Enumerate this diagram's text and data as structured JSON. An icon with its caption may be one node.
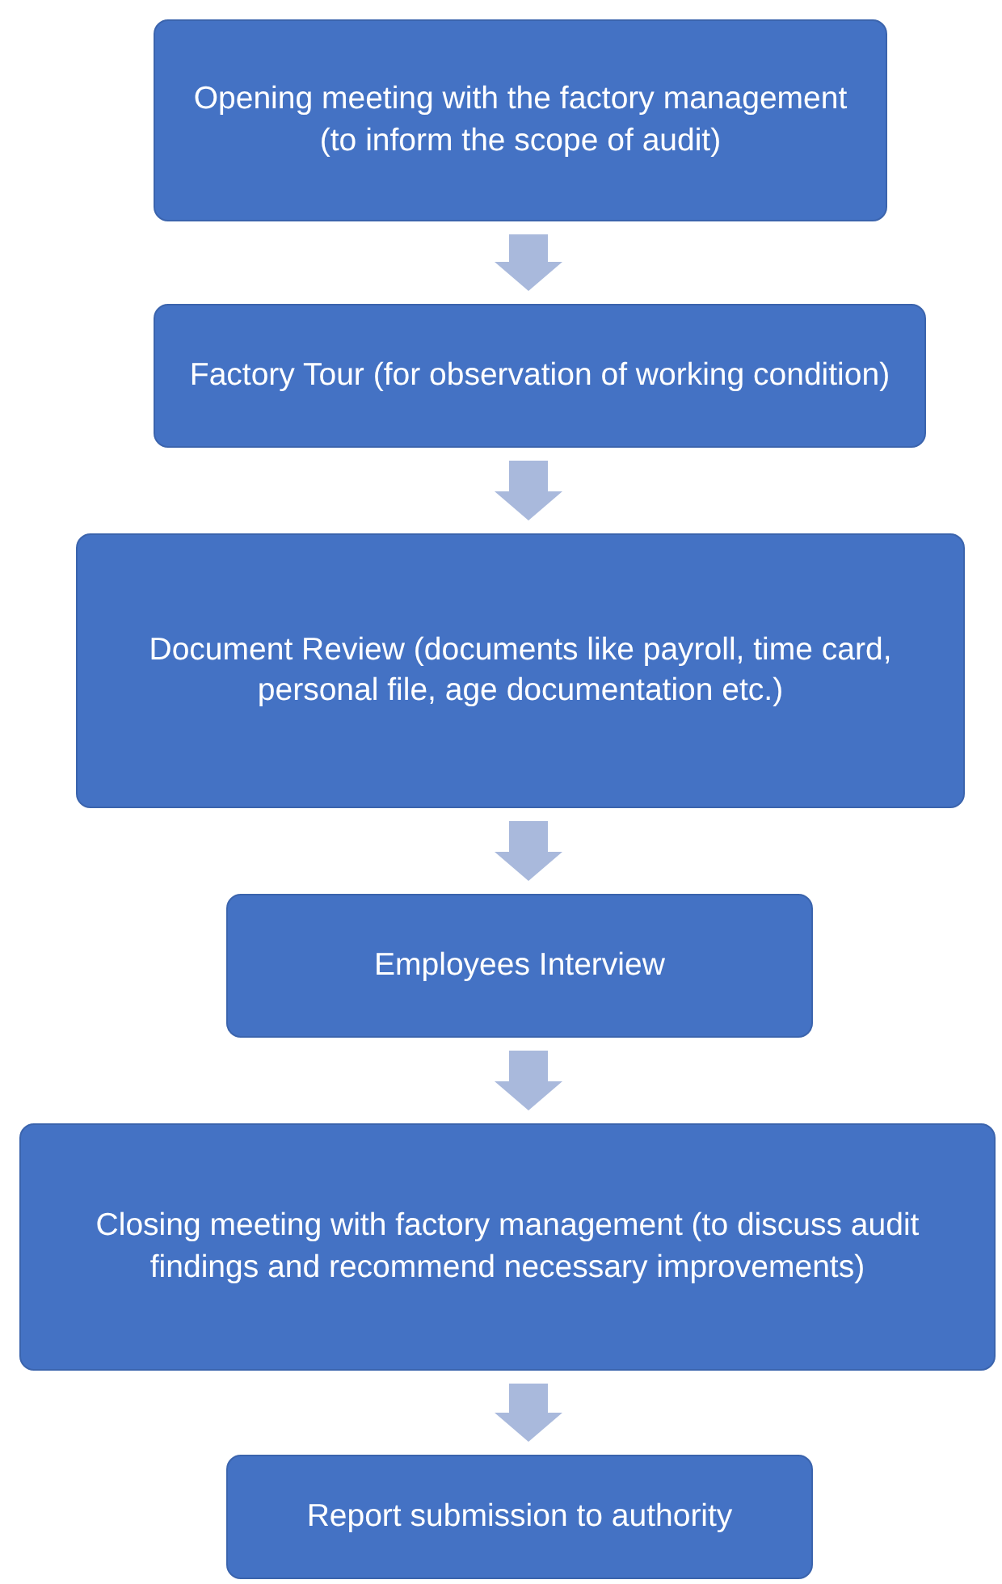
{
  "diagram": {
    "nodes": [
      {
        "text": [
          "Opening meeting with the factory management (to inform the scope of audit)"
        ]
      },
      {
        "text": [
          "Factory Tour (for observation of working condition)"
        ]
      },
      {
        "text": [
          "Document Review (documents like payroll, time card, personal file, age documentation etc.)"
        ]
      },
      {
        "text": [
          "Employees Interview"
        ]
      },
      {
        "text": [
          "Closing meeting with factory management (to discuss audit findings and recommend necessary improvements)"
        ]
      },
      {
        "text": [
          "Report submission to authority"
        ]
      }
    ],
    "edges": [
      {
        "from": 0,
        "to": 1,
        "arrow": "to"
      },
      {
        "from": 1,
        "to": 2,
        "arrow": "to"
      },
      {
        "from": 2,
        "to": 3,
        "arrow": "to"
      },
      {
        "from": 3,
        "to": 4,
        "arrow": "to"
      },
      {
        "from": 4,
        "to": 5,
        "arrow": "to"
      }
    ]
  }
}
